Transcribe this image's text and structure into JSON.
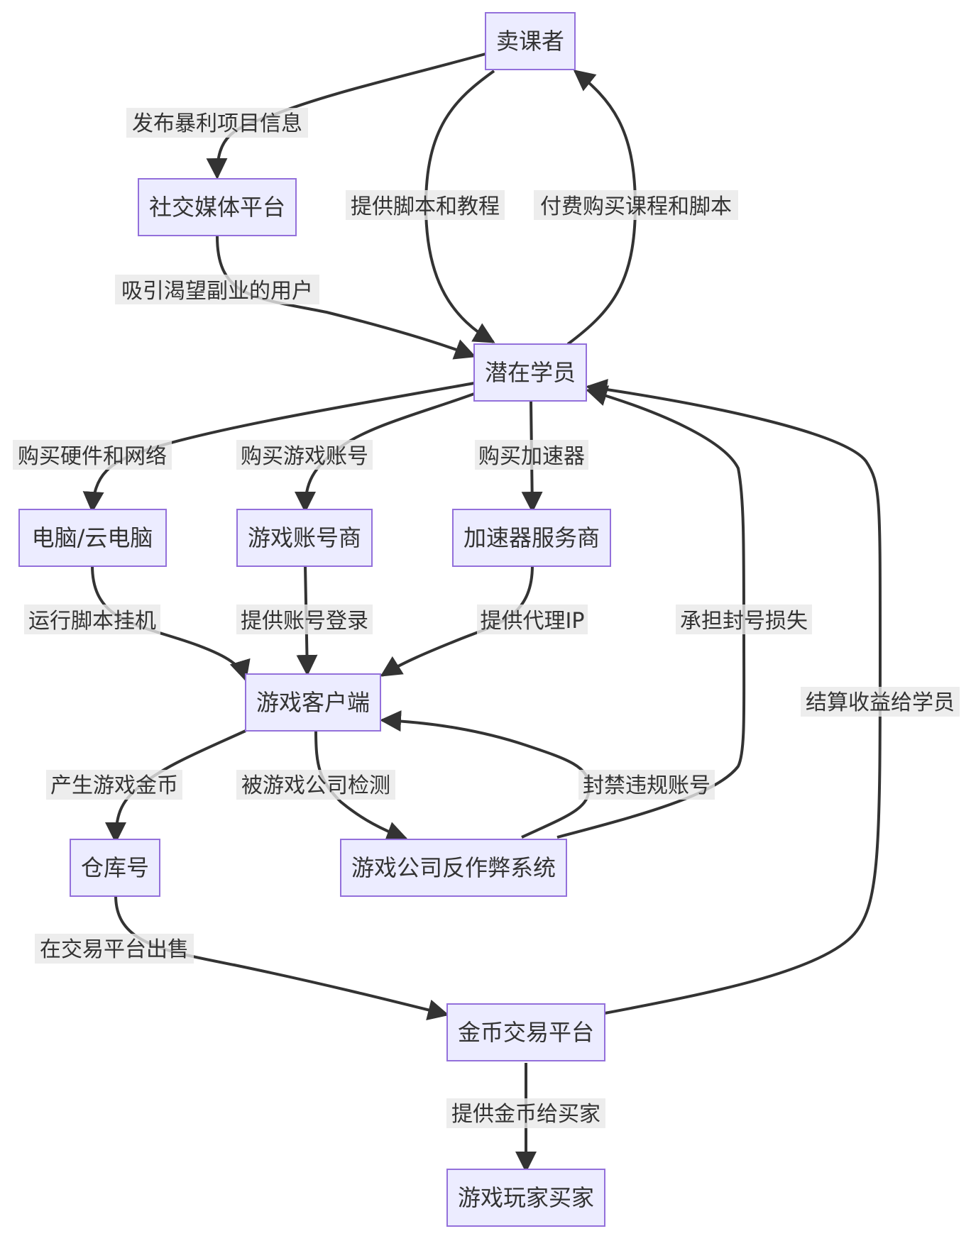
{
  "nodes": {
    "seller": "卖课者",
    "social": "社交媒体平台",
    "student": "潜在学员",
    "pc": "电脑/云电脑",
    "account_vendor": "游戏账号商",
    "accelerator": "加速器服务商",
    "client": "游戏客户端",
    "warehouse": "仓库号",
    "anticheat": "游戏公司反作弊系统",
    "market": "金币交易平台",
    "buyer": "游戏玩家买家"
  },
  "edges": {
    "seller_social": "发布暴利项目信息",
    "seller_student": "提供脚本和教程",
    "student_seller": "付费购买课程和脚本",
    "social_student": "吸引渴望副业的用户",
    "student_pc": "购买硬件和网络",
    "student_account": "购买游戏账号",
    "student_accel": "购买加速器",
    "pc_client": "运行脚本挂机",
    "account_client": "提供账号登录",
    "accel_client": "提供代理IP",
    "anticheat_student": "承担封号损失",
    "market_student": "结算收益给学员",
    "client_warehouse": "产生游戏金币",
    "client_anticheat": "被游戏公司检测",
    "anticheat_client": "封禁违规账号",
    "warehouse_market": "在交易平台出售",
    "market_buyer": "提供金币给买家"
  }
}
